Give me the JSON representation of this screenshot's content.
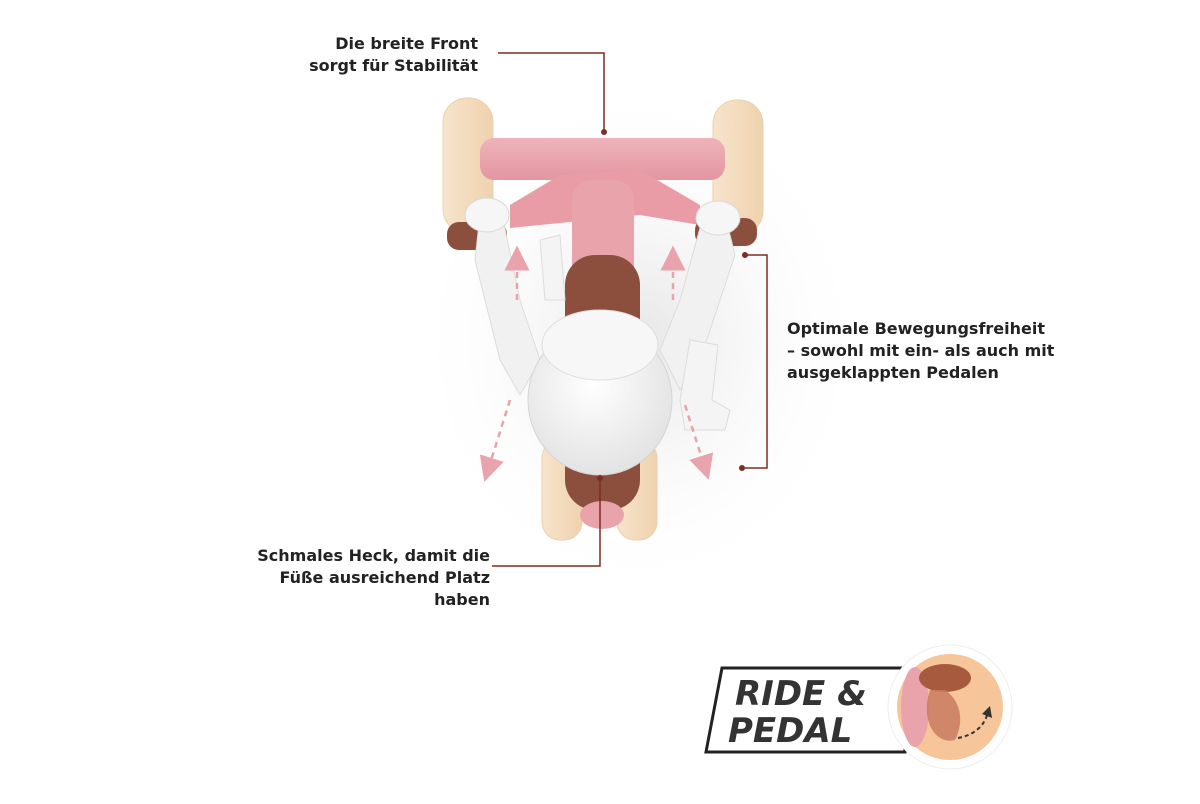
{
  "callouts": {
    "front": [
      "Die breite Front",
      "sorgt für Stabilität"
    ],
    "freedom": [
      "Optimale Bewegungsfreiheit",
      "– sowohl mit ein- als auch mit",
      "ausgeklappten Pedalen"
    ],
    "rear": [
      "Schmales Heck, damit die",
      "Füße ausreichend Platz haben"
    ]
  },
  "badge": {
    "line1": "RIDE &",
    "line2": "PEDAL"
  },
  "colors": {
    "callout_line": "#7a2e24",
    "frame_pink": "#e8a3ab",
    "wheel_cream": "#f3ddc0",
    "brown": "#8c4f3e",
    "figure_white": "#f4f4f4",
    "badge_orange": "#f6c69a"
  }
}
